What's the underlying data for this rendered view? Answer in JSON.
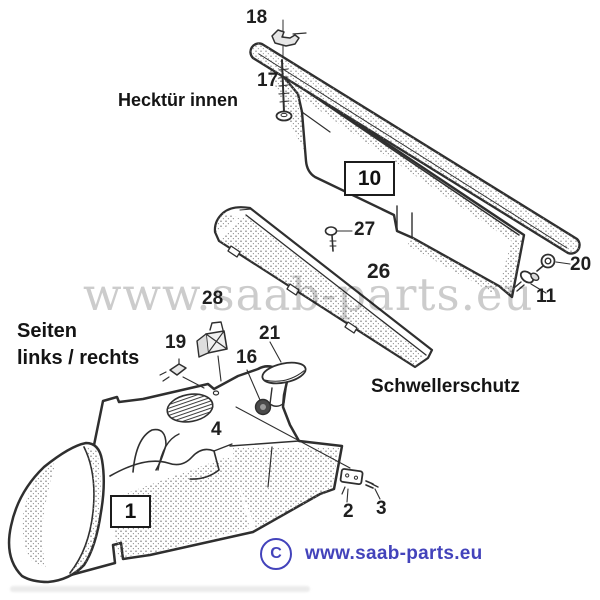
{
  "sections": {
    "tailgate_heading": "Hecktür innen",
    "side_heading_line1": "Seiten",
    "side_heading_line2": "links / rechts",
    "sill_heading": "Schwellerschutz"
  },
  "part_labels": {
    "p1": "1",
    "p2": "2",
    "p3": "3",
    "p4": "4",
    "p10": "10",
    "p11": "11",
    "p16": "16",
    "p17": "17",
    "p18": "18",
    "p19": "19",
    "p20": "20",
    "p21": "21",
    "p26": "26",
    "p27": "27",
    "p28": "28"
  },
  "watermark": {
    "text": "www.saab-parts.eu",
    "color": "#bfbfbf"
  },
  "footer": {
    "copyright_symbol": "C",
    "site_url": "www.saab-parts.eu",
    "accent_color": "#4343bb"
  },
  "artwork": {
    "line_color": "#2f2f2f",
    "stipple_color": "#6a6a6a"
  }
}
